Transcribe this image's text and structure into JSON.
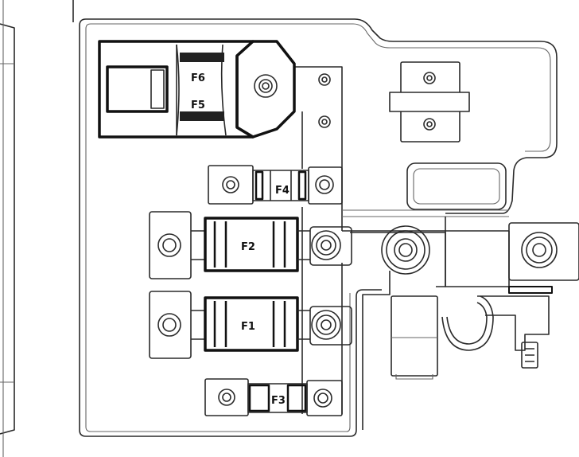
{
  "fuses": {
    "f1": "F1",
    "f2": "F2",
    "f3": "F3",
    "f4": "F4",
    "f5": "F5",
    "f6": "F6"
  }
}
